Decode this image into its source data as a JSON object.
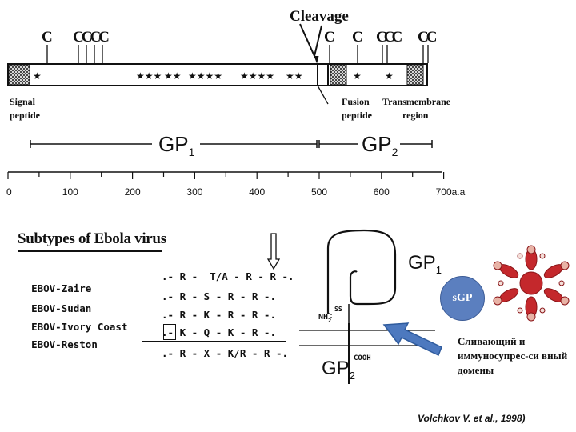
{
  "top": {
    "cleavage_label": "Cleavage",
    "cys_labels": [
      "C",
      "CCCC",
      "C",
      "C",
      "CCC",
      "CC"
    ],
    "signal_peptide": "Signal peptide",
    "fusion_peptide": "Fusion peptide",
    "tm_region": "Transmembrane region",
    "gp1_label": "GP",
    "gp1_sub": "1",
    "gp2_label": "GP",
    "gp2_sub": "2",
    "axis_ticks": [
      "0",
      "100",
      "200",
      "300",
      "400",
      "500",
      "600",
      "700a.a"
    ]
  },
  "subtypes": {
    "title": "Subtypes of Ebola virus",
    "rows": [
      {
        "name": "EBOV-Zaire",
        "seq": ".- R -  T/A - R - R -."
      },
      {
        "name": "EBOV-Sudan",
        "seq": ".- R - S - R - R -."
      },
      {
        "name": "EBOV-Ivory Coast",
        "seq": ".- R - K - R - R -."
      },
      {
        "name": "EBOV-Reston",
        "seq": ".- K - Q - K - R -."
      }
    ],
    "consensus": ".- R - X - K/R - R -."
  },
  "schematic": {
    "gp1_label": "GP",
    "gp1_sub": "1",
    "gp2_label": "GP",
    "gp2_sub": "2",
    "nh2": "NH",
    "nh2_sub": "2",
    "ss": "SS",
    "cooh": "COOH"
  },
  "sgp_label": "sGP",
  "domain_note": "Сливающий и иммуносупрес-си вный домены",
  "citation": "Volchkov V. et al., 1998)",
  "colors": {
    "arrow_fill": "#4d79bf",
    "sgp_fill": "#5b7fbf",
    "protein_red": "#c4282c"
  }
}
